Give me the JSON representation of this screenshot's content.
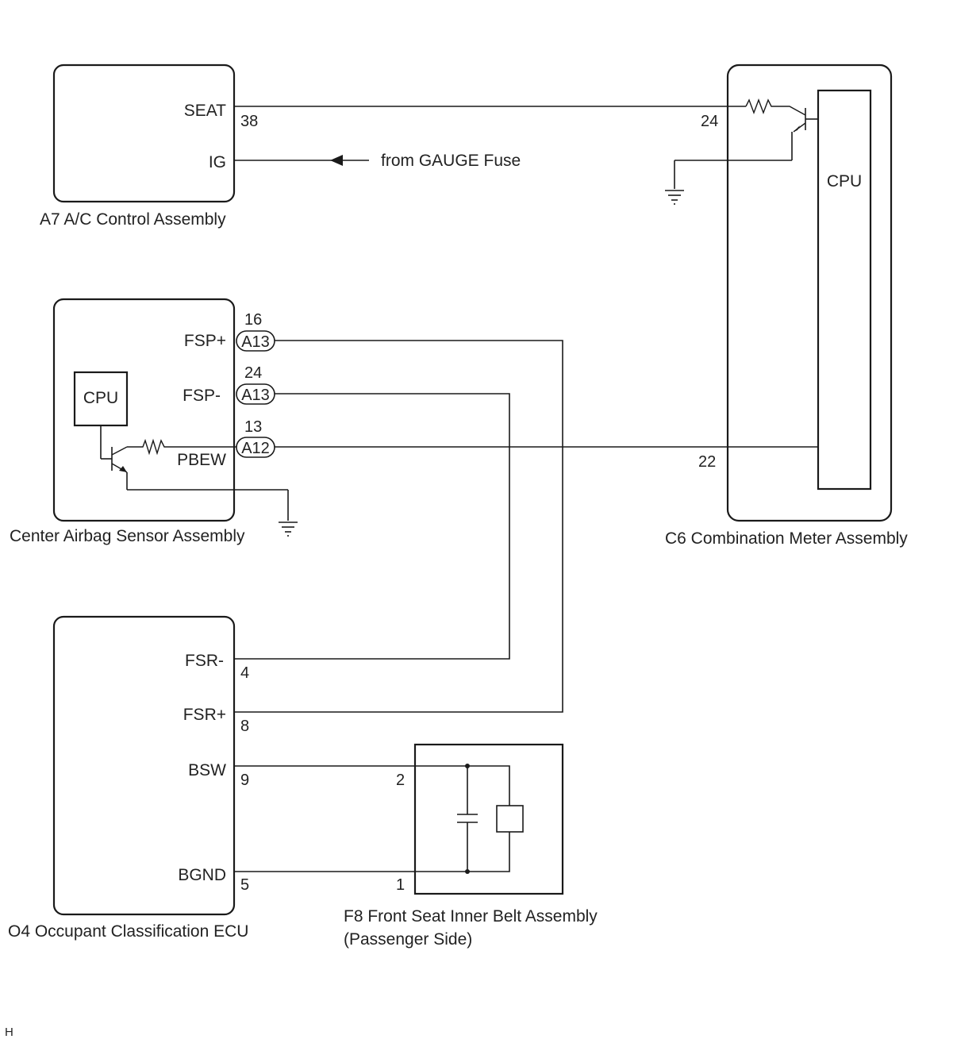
{
  "components": {
    "a7": {
      "name": "A7 A/C Control Assembly",
      "terminal_seat": "SEAT",
      "terminal_ig": "IG",
      "pin_seat": "38"
    },
    "meter": {
      "name": "C6 Combination Meter Assembly",
      "cpu": "CPU",
      "pin_seat": "24",
      "pin_pbew": "22"
    },
    "airbag": {
      "name": "Center Airbag Sensor Assembly",
      "cpu": "CPU",
      "terminal_fsp_plus": "FSP+",
      "terminal_fsp_minus": "FSP-",
      "terminal_pbew": "PBEW",
      "pin_fsp_plus": "16",
      "pin_fsp_minus": "24",
      "pin_pbew": "13",
      "conn_fsp_plus": "A13",
      "conn_fsp_minus": "A13",
      "conn_pbew": "A12"
    },
    "o4": {
      "name": "O4 Occupant Classification ECU",
      "terminal_fsr_minus": "FSR-",
      "terminal_fsr_plus": "FSR+",
      "terminal_bsw": "BSW",
      "terminal_bgnd": "BGND",
      "pin_fsr_minus": "4",
      "pin_fsr_plus": "8",
      "pin_bsw": "9",
      "pin_bgnd": "5"
    },
    "f8": {
      "name_line1": "F8 Front Seat Inner Belt Assembly",
      "name_line2": "(Passenger Side)",
      "pin_bsw": "2",
      "pin_bgnd": "1"
    }
  },
  "fuse_label": "from GAUGE Fuse",
  "corner_mark": "H"
}
